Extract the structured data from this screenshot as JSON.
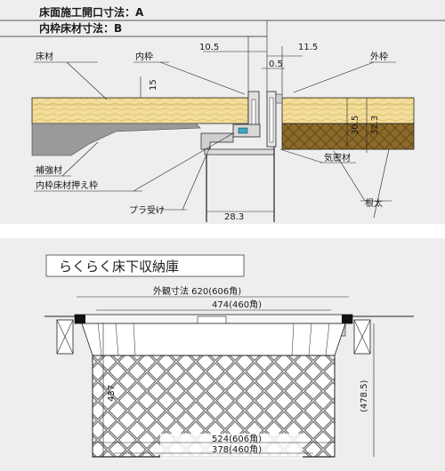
{
  "top_panel": {
    "heading_a": "床面施工開口寸法：A",
    "heading_b": "内枠床材寸法：B",
    "dim_left": "10.5",
    "dim_mid": "0.5",
    "dim_right": "11.5",
    "dim_vertical": "15",
    "dim_30_5": "30.5",
    "dim_32_3": "32.3",
    "dim_bottom": "28.3",
    "labels": {
      "floor_material": "床材",
      "inner_frame": "内枠",
      "outer_frame": "外枠",
      "reinforcement": "補強材",
      "inner_frame_holder": "内枠床材押え枠",
      "plastic_holder": "プラ受け",
      "seal": "気密材",
      "joist": "根太"
    }
  },
  "bottom_panel": {
    "title": "らくらく床下収納庫",
    "dim_outer": "外観寸法 620(606角)",
    "dim_474": "474(460角)",
    "dim_437": "437",
    "dim_478_5": "(478.5)",
    "dim_524": "524(606角)",
    "dim_378": "378(460角)"
  },
  "colors": {
    "panel_bg": "#eeeeee",
    "floor_wood": "#f2dd9c",
    "joist_wood": "#8c6a2a",
    "reinforcement": "#9a9a9a",
    "line": "#222222"
  }
}
